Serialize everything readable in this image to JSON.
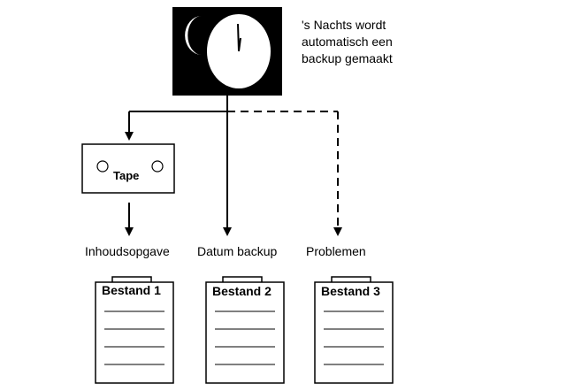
{
  "clock_note": {
    "line1": "'s Nachts wordt",
    "line2": "automatisch een",
    "line3": "backup gemaakt"
  },
  "tape": {
    "label": "Tape"
  },
  "outputs": [
    {
      "caption": "Inhoudsopgave",
      "file": "Bestand 1"
    },
    {
      "caption": "Datum backup",
      "file": "Bestand 2"
    },
    {
      "caption": "Problemen",
      "file": "Bestand 3"
    }
  ],
  "icons": {
    "clock": "moon-and-clock-icon",
    "tape": "tape-cassette-icon",
    "file": "clipboard-document-icon"
  },
  "colors": {
    "ink": "#000000",
    "paper": "#ffffff"
  }
}
